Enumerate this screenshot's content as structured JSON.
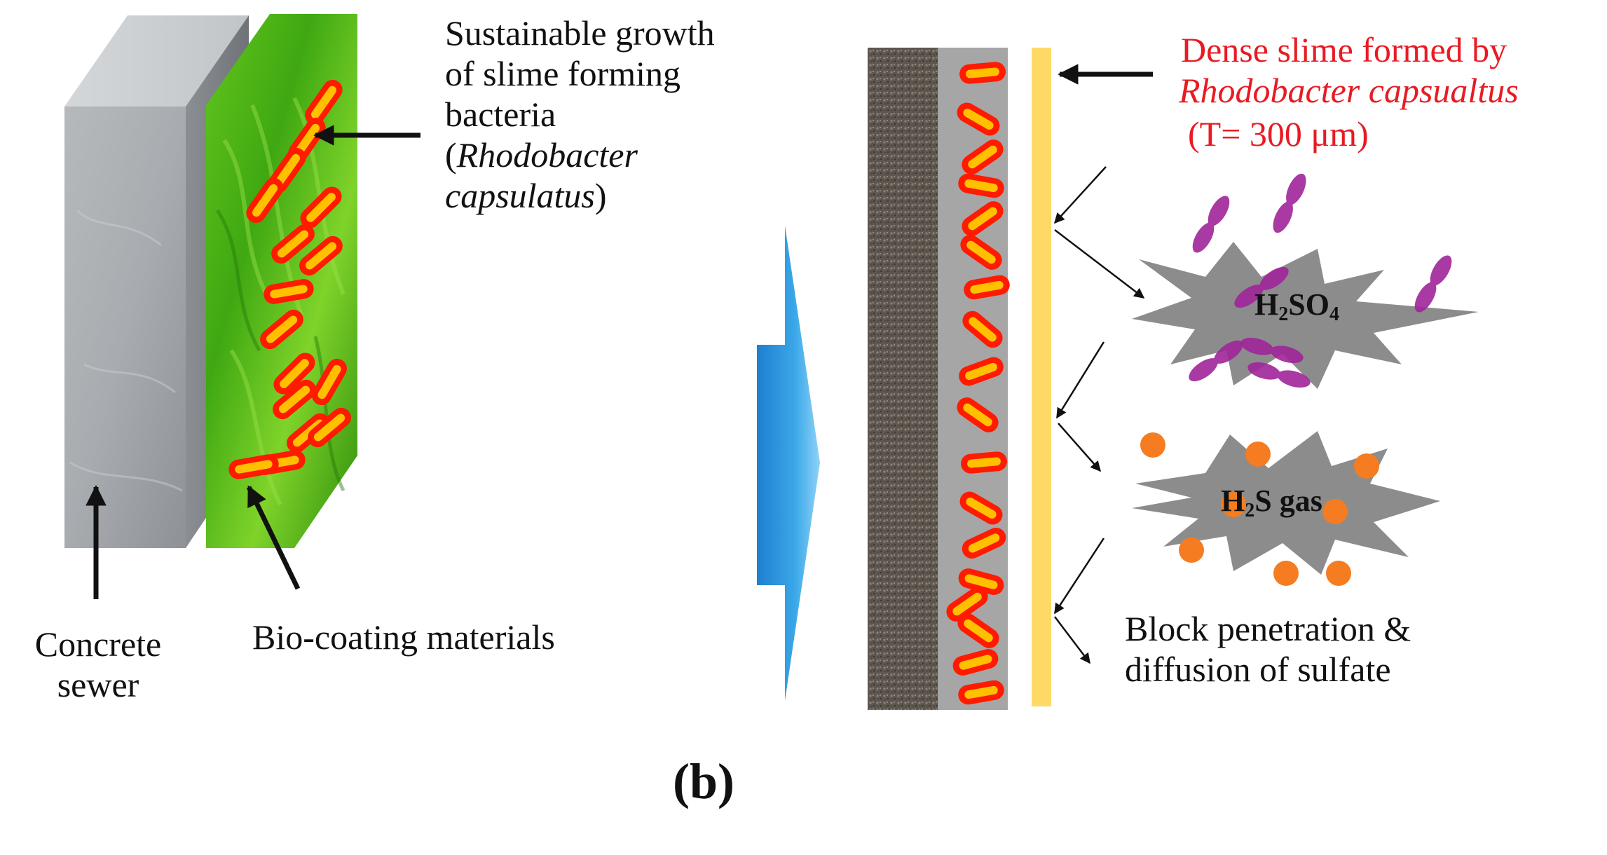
{
  "labels": {
    "sustainable_1": "Sustainable growth",
    "sustainable_2": "of slime forming",
    "sustainable_3": "bacteria",
    "sustainable_4_paren": "(",
    "sustainable_4_italic": "Rhodobacter",
    "sustainable_5_italic": "capsulatus",
    "sustainable_5_paren": ")",
    "concrete_1": "Concrete",
    "concrete_2": "sewer",
    "biocoating": "Bio-coating materials",
    "dense_1": "Dense slime formed by",
    "dense_2_italic": "Rhodobacter capsualtus",
    "dense_3": "(T= 300 μm)",
    "h2so4_h": "H",
    "h2so4_2": "2",
    "h2so4_so": "SO",
    "h2so4_4": "4",
    "h2s_h": "H",
    "h2s_2": "2",
    "h2s_rest": "S gas",
    "block_1": "Block penetration &",
    "block_2": "diffusion of sulfate",
    "panel": "(b)"
  },
  "colors": {
    "bacteria_fill": "#ffc000",
    "bacteria_outline": "#ff1a00",
    "coating_green": "#5cc019",
    "slime_layer": "#ffd966",
    "red_text": "#e81b23",
    "sulfate_purple": "#a0249a",
    "h2s_orange": "#f57c20",
    "burst_gray": "#8a8a8a",
    "flow_arrow_blue": "#2f96dc"
  }
}
